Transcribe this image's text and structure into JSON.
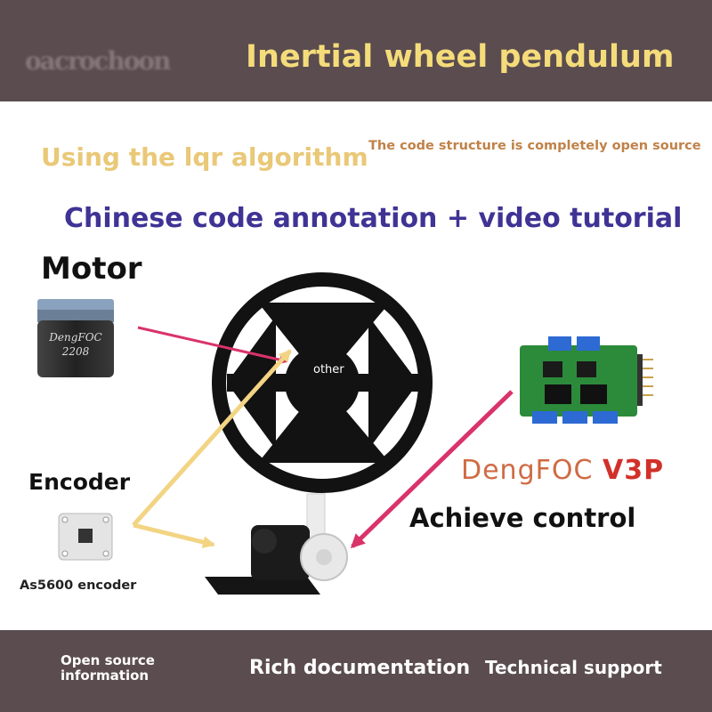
{
  "header": {
    "faded_text": "oacrochoon",
    "title": "Inertial wheel pendulum"
  },
  "taglines": {
    "algorithm": "Using the lqr algorithm",
    "open_source": "The code structure is completely open source",
    "annotation": "Chinese code annotation + video tutorial"
  },
  "motor": {
    "label": "Motor",
    "brand": "DengFOC",
    "model": "2208"
  },
  "wheel": {
    "label": "other"
  },
  "encoder": {
    "label": "Encoder",
    "caption": "As5600 encoder"
  },
  "controller": {
    "name": "DengFOC",
    "version": "V3P",
    "action": "Achieve control"
  },
  "footer": {
    "features": [
      "Open source information",
      "Rich documentation",
      "Technical support"
    ]
  },
  "colors": {
    "bar": "#5a4c4f",
    "title": "#f5dc7a",
    "annotation": "#3f3395",
    "arrow_red": "#d9336a",
    "arrow_yellow": "#f2d483"
  }
}
